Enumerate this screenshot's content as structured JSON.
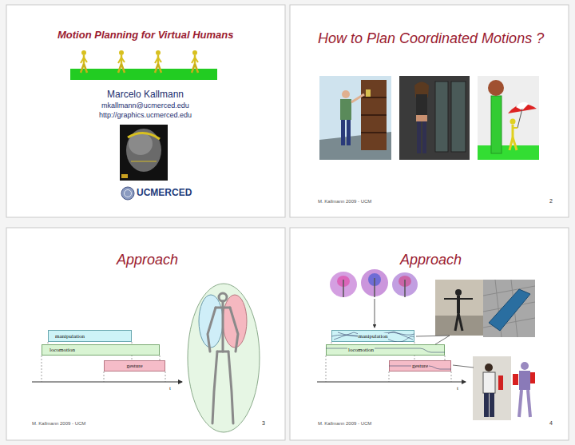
{
  "diagram": {
    "nodes": [
      {
        "text": [
          "manipulation"
        ]
      },
      {
        "text": [
          "locomotion"
        ]
      },
      {
        "text": [
          "gesture"
        ]
      },
      {
        "text": [
          "manipulation"
        ]
      },
      {
        "text": [
          "locomotion"
        ]
      },
      {
        "text": [
          "gesture"
        ]
      }
    ],
    "labels": [
      "Motion Planning for Virtual Humans",
      "Marcelo Kallmann",
      "mkallmann@ucmerced.edu",
      "http://graphics.ucmerced.edu",
      "UCMERCED",
      "How to Plan Coordinated Motions ?",
      "M. Kallmann 2009 - UCM",
      "2",
      "Approach",
      "t",
      "M. Kallmann 2009 - UCM",
      "3",
      "Approach",
      "t",
      "M. Kallmann 2009 - UCM",
      "4"
    ]
  }
}
